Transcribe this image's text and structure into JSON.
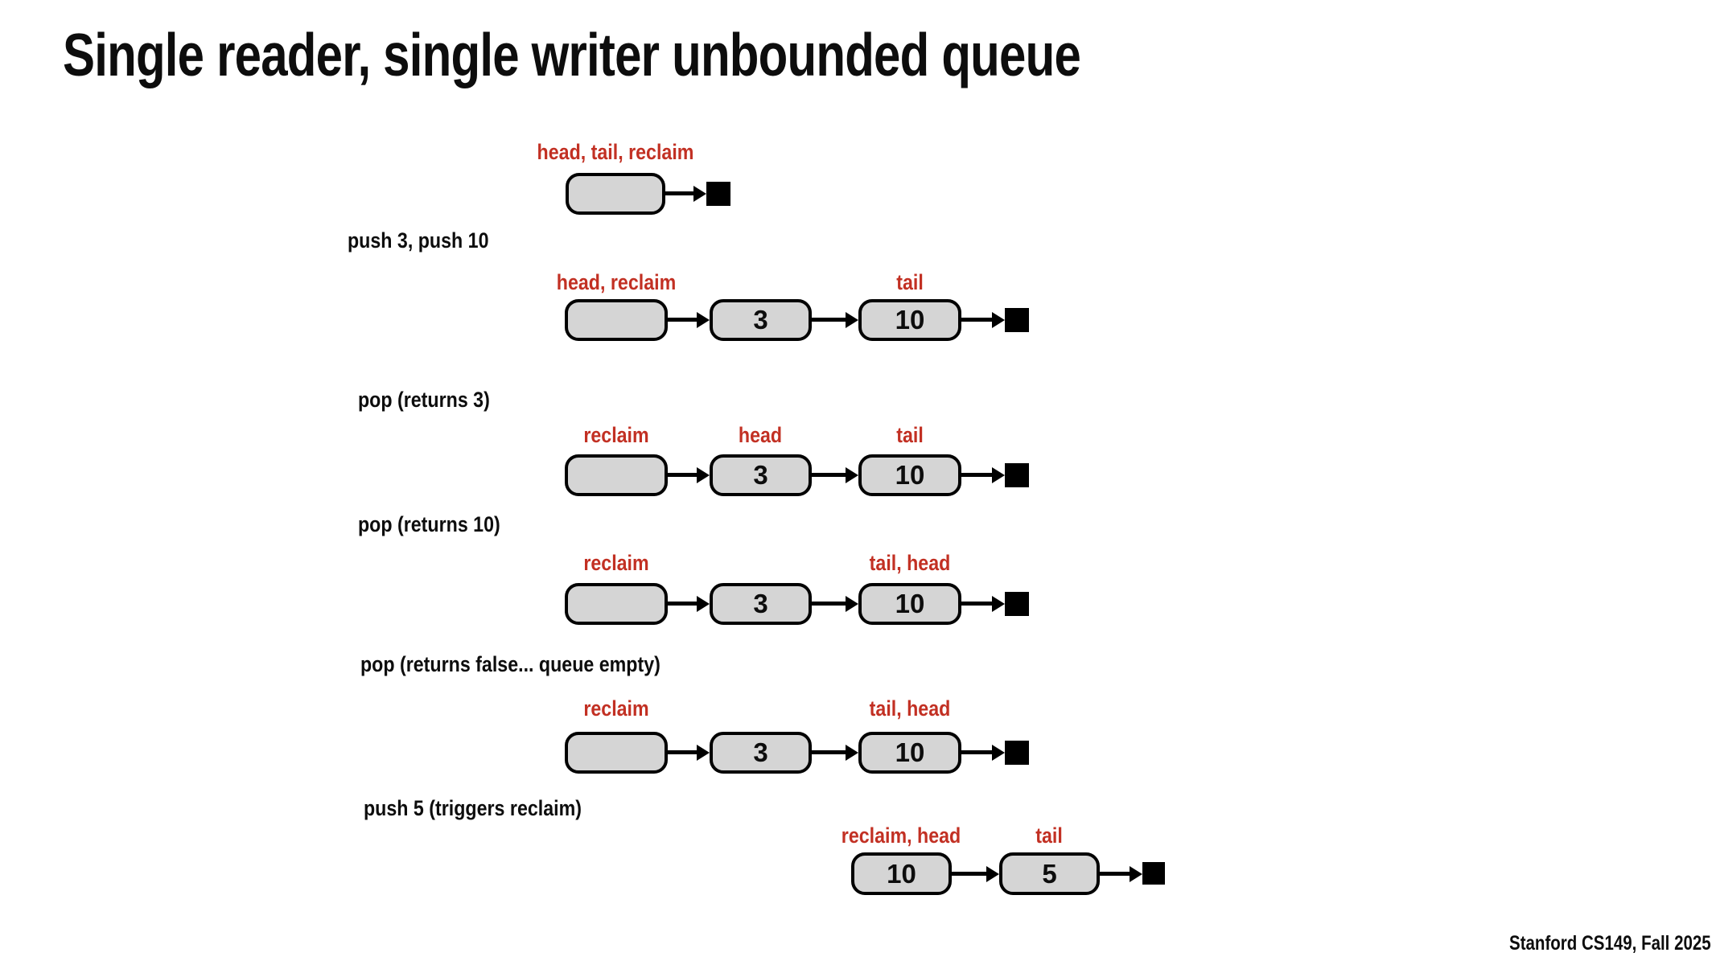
{
  "slide": {
    "title": "Single reader, single writer unbounded queue",
    "footer": "Stanford CS149, Fall 2025"
  },
  "colors": {
    "pointer_label_red": "#c23023",
    "node_fill_gray": "#d5d5d5",
    "node_border": "#000000",
    "background": "#ffffff",
    "text": "#0d0d0d"
  },
  "operations": [
    {
      "label": "push 3, push 10"
    },
    {
      "label": "pop (returns 3)"
    },
    {
      "label": "pop (returns 10)"
    },
    {
      "label": "pop (returns false... queue empty)"
    },
    {
      "label": "push 5 (triggers reclaim)"
    }
  ],
  "states": [
    {
      "pointers": [
        {
          "node": 0,
          "text": "head, tail, reclaim"
        }
      ],
      "nodes": [
        {
          "value": ""
        }
      ]
    },
    {
      "pointers": [
        {
          "node": 0,
          "text": "head, reclaim"
        },
        {
          "node": 2,
          "text": "tail"
        }
      ],
      "nodes": [
        {
          "value": ""
        },
        {
          "value": "3"
        },
        {
          "value": "10"
        }
      ]
    },
    {
      "pointers": [
        {
          "node": 0,
          "text": "reclaim"
        },
        {
          "node": 1,
          "text": "head"
        },
        {
          "node": 2,
          "text": "tail"
        }
      ],
      "nodes": [
        {
          "value": ""
        },
        {
          "value": "3"
        },
        {
          "value": "10"
        }
      ]
    },
    {
      "pointers": [
        {
          "node": 0,
          "text": "reclaim"
        },
        {
          "node": 2,
          "text": "tail, head"
        }
      ],
      "nodes": [
        {
          "value": ""
        },
        {
          "value": "3"
        },
        {
          "value": "10"
        }
      ]
    },
    {
      "pointers": [
        {
          "node": 0,
          "text": "reclaim"
        },
        {
          "node": 2,
          "text": "tail, head"
        }
      ],
      "nodes": [
        {
          "value": ""
        },
        {
          "value": "3"
        },
        {
          "value": "10"
        }
      ]
    },
    {
      "pointers": [
        {
          "node": 0,
          "text": "reclaim, head"
        },
        {
          "node": 1,
          "text": "tail"
        }
      ],
      "nodes": [
        {
          "value": "10"
        },
        {
          "value": "5"
        }
      ]
    }
  ]
}
